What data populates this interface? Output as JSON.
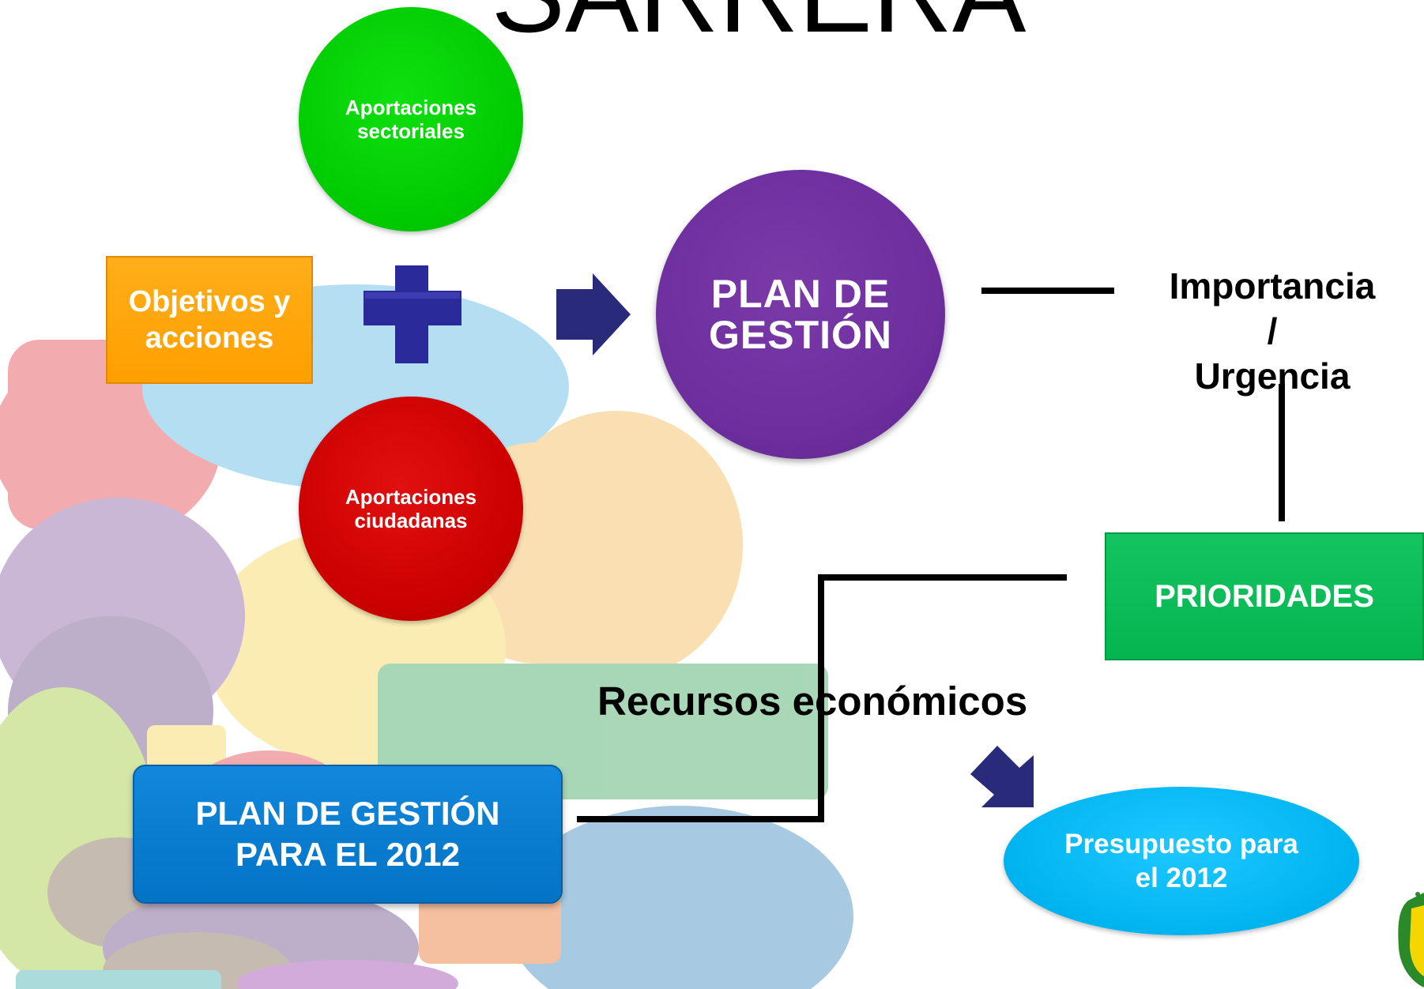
{
  "header": {
    "title": "SARRERA"
  },
  "diagram": {
    "circle_sectoriales": "Aportaciones\nsectoriales",
    "circle_ciudadanas": "Aportaciones\nciudadanas",
    "box_objetivos": "Objetivos y\nacciones",
    "circle_plan": "PLAN DE\nGESTIÓN",
    "label_importancia": "Importancia\n/\nUrgencia",
    "box_prioridades": "PRIORIDADES",
    "label_recursos": "Recursos económicos",
    "box_plan_2012": "PLAN DE GESTIÓN\nPARA EL 2012",
    "ellipse_presupuesto": "Presupuesto para\nel 2012"
  },
  "icons": {
    "plus": "plus-icon",
    "arrow_right": "arrow-right-icon",
    "arrow_down_right": "arrow-down-right-icon",
    "logo": "logo-icon"
  },
  "colors": {
    "green_circle": "#00cc00",
    "red_circle": "#cc0000",
    "purple_circle": "#6d2e9e",
    "orange_box": "#ff9f00",
    "green_box": "#04b550",
    "blue_box": "#0373c6",
    "cyan_ellipse": "#00b4f0",
    "navy_icon": "#2a2a7a"
  }
}
